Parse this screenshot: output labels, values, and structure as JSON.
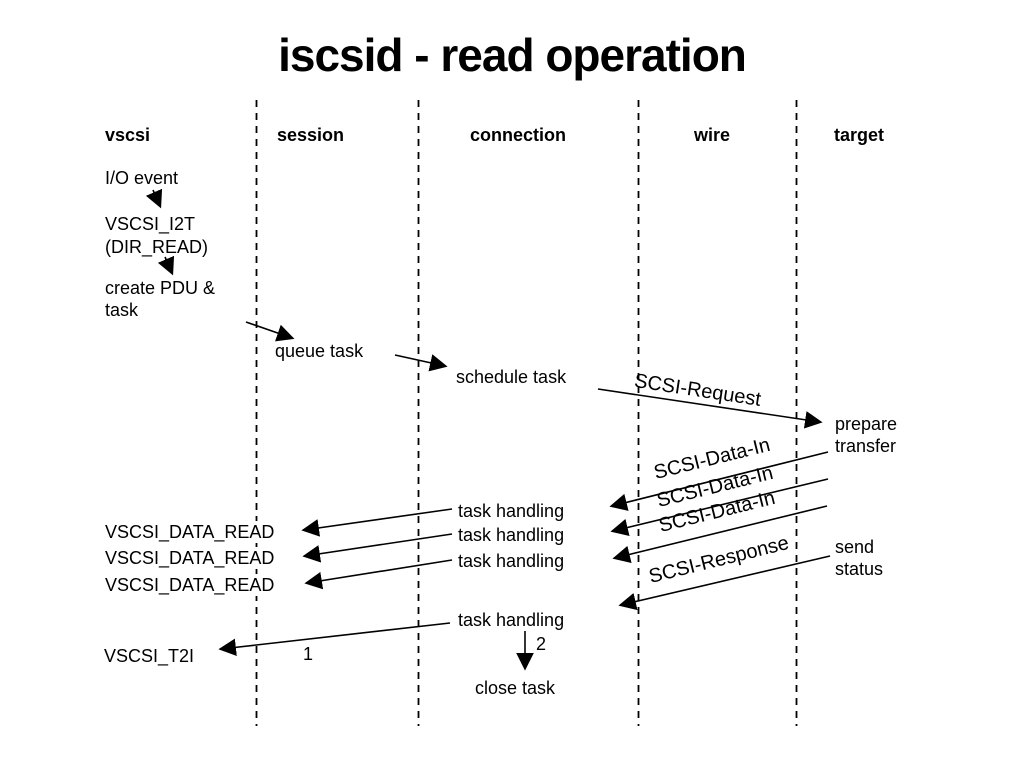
{
  "title": "iscsid - read operation",
  "columns": [
    "vscsi",
    "session",
    "connection",
    "wire",
    "target"
  ],
  "vscsi_flow": {
    "io_event": "I/O event",
    "vscsi_i2t": "VSCSI_I2T",
    "dir_read": "(DIR_READ)",
    "create_pdu": "create PDU &",
    "task": "task"
  },
  "messages": {
    "queue_task": "queue task",
    "schedule_task": "schedule task",
    "scsi_request": "SCSI-Request",
    "prepare": "prepare",
    "transfer": "transfer",
    "scsi_data_in": "SCSI-Data-In",
    "task_handling": "task handling",
    "vscsi_data_read": "VSCSI_DATA_READ",
    "scsi_response": "SCSI-Response",
    "send": "send",
    "status": "status",
    "vscsi_t2i": "VSCSI_T2I",
    "close_task": "close task",
    "label_1": "1",
    "label_2": "2"
  },
  "colors": {
    "ink": "#000000",
    "background": "#ffffff"
  }
}
